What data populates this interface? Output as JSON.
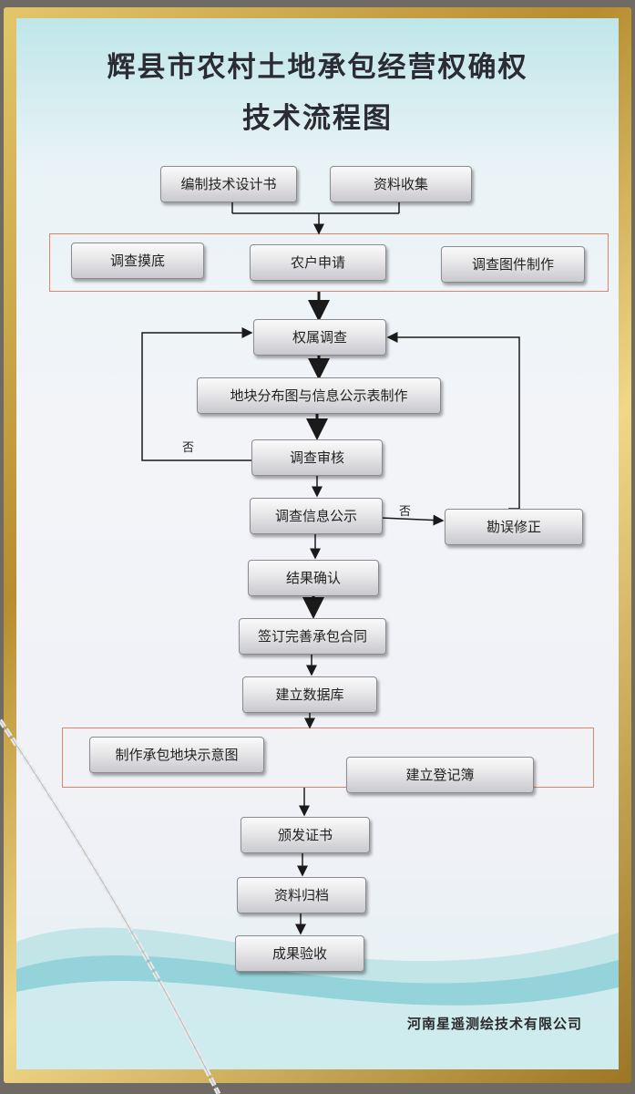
{
  "title_line1": "辉县市农村土地承包经营权确权",
  "title_line2": "技术流程图",
  "steps": {
    "design_book": "编制技术设计书",
    "data_collect": "资料收集",
    "survey_base": "调查摸底",
    "farmer_apply": "农户申请",
    "survey_map": "调查图件制作",
    "ownership_survey": "权属调查",
    "plot_map": "地块分布图与信息公示表制作",
    "survey_review": "调查审核",
    "info_publicity": "调查信息公示",
    "error_correct": "勘误修正",
    "result_confirm": "结果确认",
    "sign_contract": "签订完善承包合同",
    "build_db": "建立数据库",
    "plot_sketch": "制作承包地块示意图",
    "register_book": "建立登记簿",
    "issue_cert": "颁发证书",
    "archive": "资料归档",
    "acceptance": "成果验收"
  },
  "labels": {
    "no_left": "否",
    "no_right": "否"
  },
  "company": "河南星遥测绘技术有限公司",
  "colors": {
    "frame": "#c9a445",
    "group_border": "#d9876a",
    "box_fill": "#e7e7e9",
    "arrow": "#1a1a1a"
  }
}
